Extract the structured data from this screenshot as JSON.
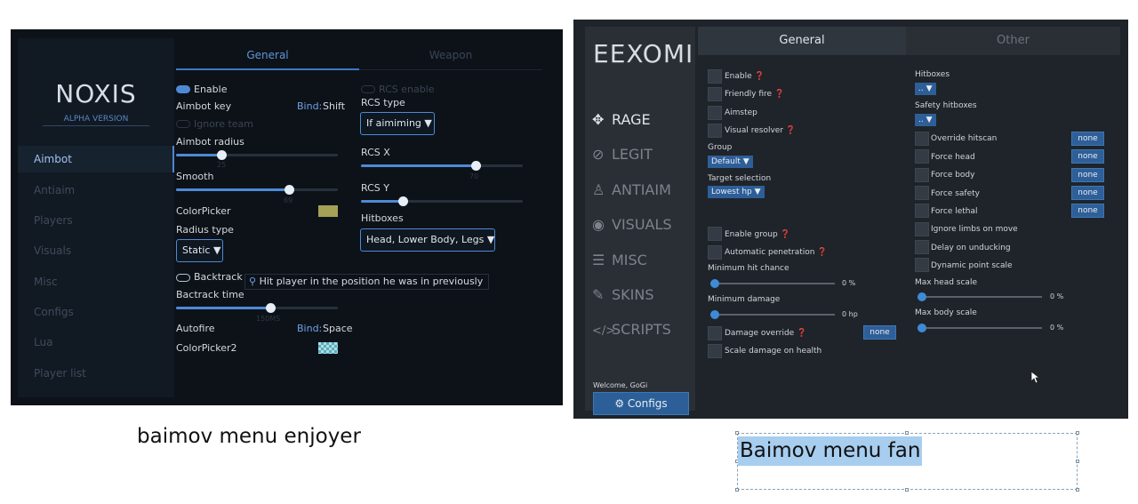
{
  "noxis": {
    "logo": "NOXIS",
    "subtitle": "ALPHA VERSION",
    "nav": [
      "Aimbot",
      "Antiaim",
      "Players",
      "Visuals",
      "Misc",
      "Configs",
      "Lua",
      "Player list"
    ],
    "active_nav": "Aimbot",
    "tabs": [
      "General",
      "Weapon"
    ],
    "enable_label": "Enable",
    "aimbot_key_label": "Aimbot key",
    "bind_label": "Bind:",
    "aimbot_key_bind": "Shift",
    "ignore_team_label": "Ignore team",
    "aimbot_radius_label": "Aimbot radius",
    "aimbot_radius_value": "25",
    "smooth_label": "Smooth",
    "smooth_value": "69",
    "colorpicker_label": "ColorPicker",
    "radius_type_label": "Radius type",
    "radius_type_value": "Static",
    "backtrack_label": "Backtrack",
    "backtrack_tooltip": "Hit player in the position he was in previously",
    "backtrack_time_label": "Bactrack time",
    "backtrack_time_value": "150MS",
    "autofire_label": "Autofire",
    "autofire_bind": "Space",
    "colorpicker2_label": "ColorPicker2",
    "rcs_enable_label": "RCS enable",
    "rcs_type_label": "RCS type",
    "rcs_type_value": "If aimiming",
    "rcs_x_label": "RCS X",
    "rcs_x_value": "70",
    "rcs_y_label": "RCS Y",
    "hitboxes_label": "Hitboxes",
    "hitboxes_value": "Head, Lower Body, Legs",
    "colors": {
      "accent": "#4d8ad6",
      "colorpicker": "#a3a256"
    }
  },
  "eexomi": {
    "logo": "EEXOMI",
    "nav": [
      "RAGE",
      "LEGIT",
      "ANTIAIM",
      "VISUALS",
      "MISC",
      "SKINS",
      "SCRIPTS"
    ],
    "nav_icons": [
      "crosshair-icon",
      "legit-icon",
      "antiaim-icon",
      "eye-icon",
      "sliders-icon",
      "brush-icon",
      "code-icon"
    ],
    "active_nav": "RAGE",
    "tabs": [
      "General",
      "Other"
    ],
    "left_checks": [
      "Enable",
      "Friendly fire",
      "Aimstep",
      "Visual resolver"
    ],
    "group_label": "Group",
    "group_value": "Default",
    "target_selection_label": "Target selection",
    "target_selection_value": "Lowest hp",
    "left_checks2": [
      "Enable group",
      "Automatic penetration"
    ],
    "min_hit_chance_label": "Minimum hit chance",
    "min_hit_chance_value": "0 %",
    "min_damage_label": "Minimum damage",
    "min_damage_value": "0 hp",
    "damage_override_label": "Damage override",
    "damage_override_btn": "none",
    "scale_damage_label": "Scale damage on health",
    "hitboxes_label": "Hitboxes",
    "hitboxes_value": "..",
    "safety_hitboxes_label": "Safety hitboxes",
    "safety_hitboxes_value": "..",
    "right_checks": [
      "Override hitscan",
      "Force head",
      "Force body",
      "Force safety",
      "Force lethal",
      "Ignore limbs on move",
      "Delay on unducking",
      "Dynamic point scale"
    ],
    "right_btn_label": "none",
    "max_head_scale_label": "Max head scale",
    "max_head_scale_value": "0 %",
    "max_body_scale_label": "Max body scale",
    "max_body_scale_value": "0 %",
    "welcome": "Welcome, GoGi",
    "configs_btn": "Configs",
    "colors": {
      "accent": "#2e5e97",
      "knob": "#3f8ad8"
    }
  },
  "captions": {
    "left": "baimov menu enjoyer",
    "right": "Baimov menu fan"
  }
}
